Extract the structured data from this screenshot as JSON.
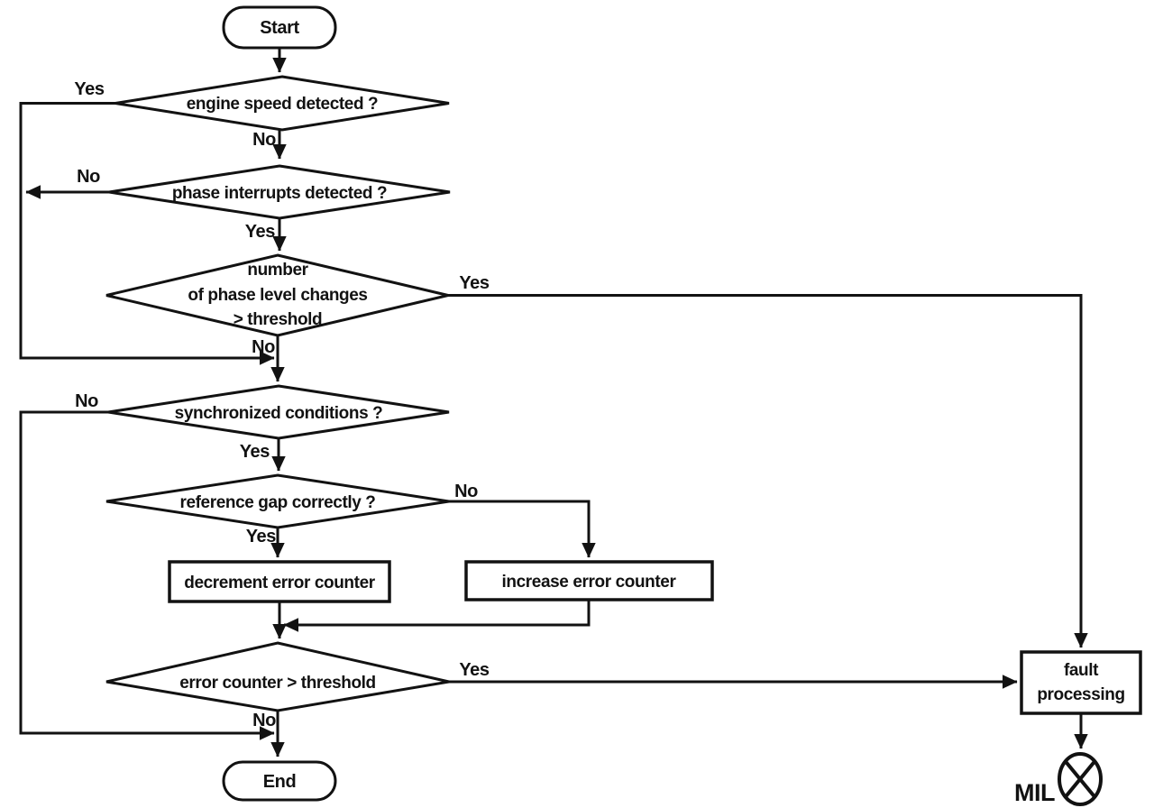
{
  "diagram": {
    "background_color": "#ffffff",
    "line_color": "#121212",
    "nodes": {
      "start": {
        "type": "terminator",
        "label": "Start"
      },
      "engine_speed": {
        "type": "decision",
        "label": "engine speed detected ?"
      },
      "phase_interrupts": {
        "type": "decision",
        "label": "phase interrupts detected ?"
      },
      "phase_level_changes": {
        "type": "decision",
        "lines": [
          "number",
          "of phase level changes",
          "> threshold"
        ]
      },
      "synchronized": {
        "type": "decision",
        "label": "synchronized conditions ?"
      },
      "reference_gap": {
        "type": "decision",
        "label": "reference gap correctly ?"
      },
      "decrement_counter": {
        "type": "process",
        "label": "decrement error counter"
      },
      "increase_counter": {
        "type": "process",
        "label": "increase error counter"
      },
      "error_counter": {
        "type": "decision",
        "label": "error counter > threshold"
      },
      "end": {
        "type": "terminator",
        "label": "End"
      },
      "fault_processing": {
        "type": "process",
        "lines": [
          "fault",
          "processing"
        ]
      },
      "mil_lamp": {
        "type": "indicator-lamp",
        "label": "MIL"
      }
    },
    "edge_labels": {
      "engine_speed_yes": "Yes",
      "engine_speed_no": "No",
      "phase_interrupts_no": "No",
      "phase_interrupts_yes": "Yes",
      "phase_level_changes_yes": "Yes",
      "phase_level_changes_no": "No",
      "synchronized_no": "No",
      "synchronized_yes": "Yes",
      "reference_gap_no": "No",
      "reference_gap_yes": "Yes",
      "error_counter_yes": "Yes",
      "error_counter_no": "No"
    }
  }
}
